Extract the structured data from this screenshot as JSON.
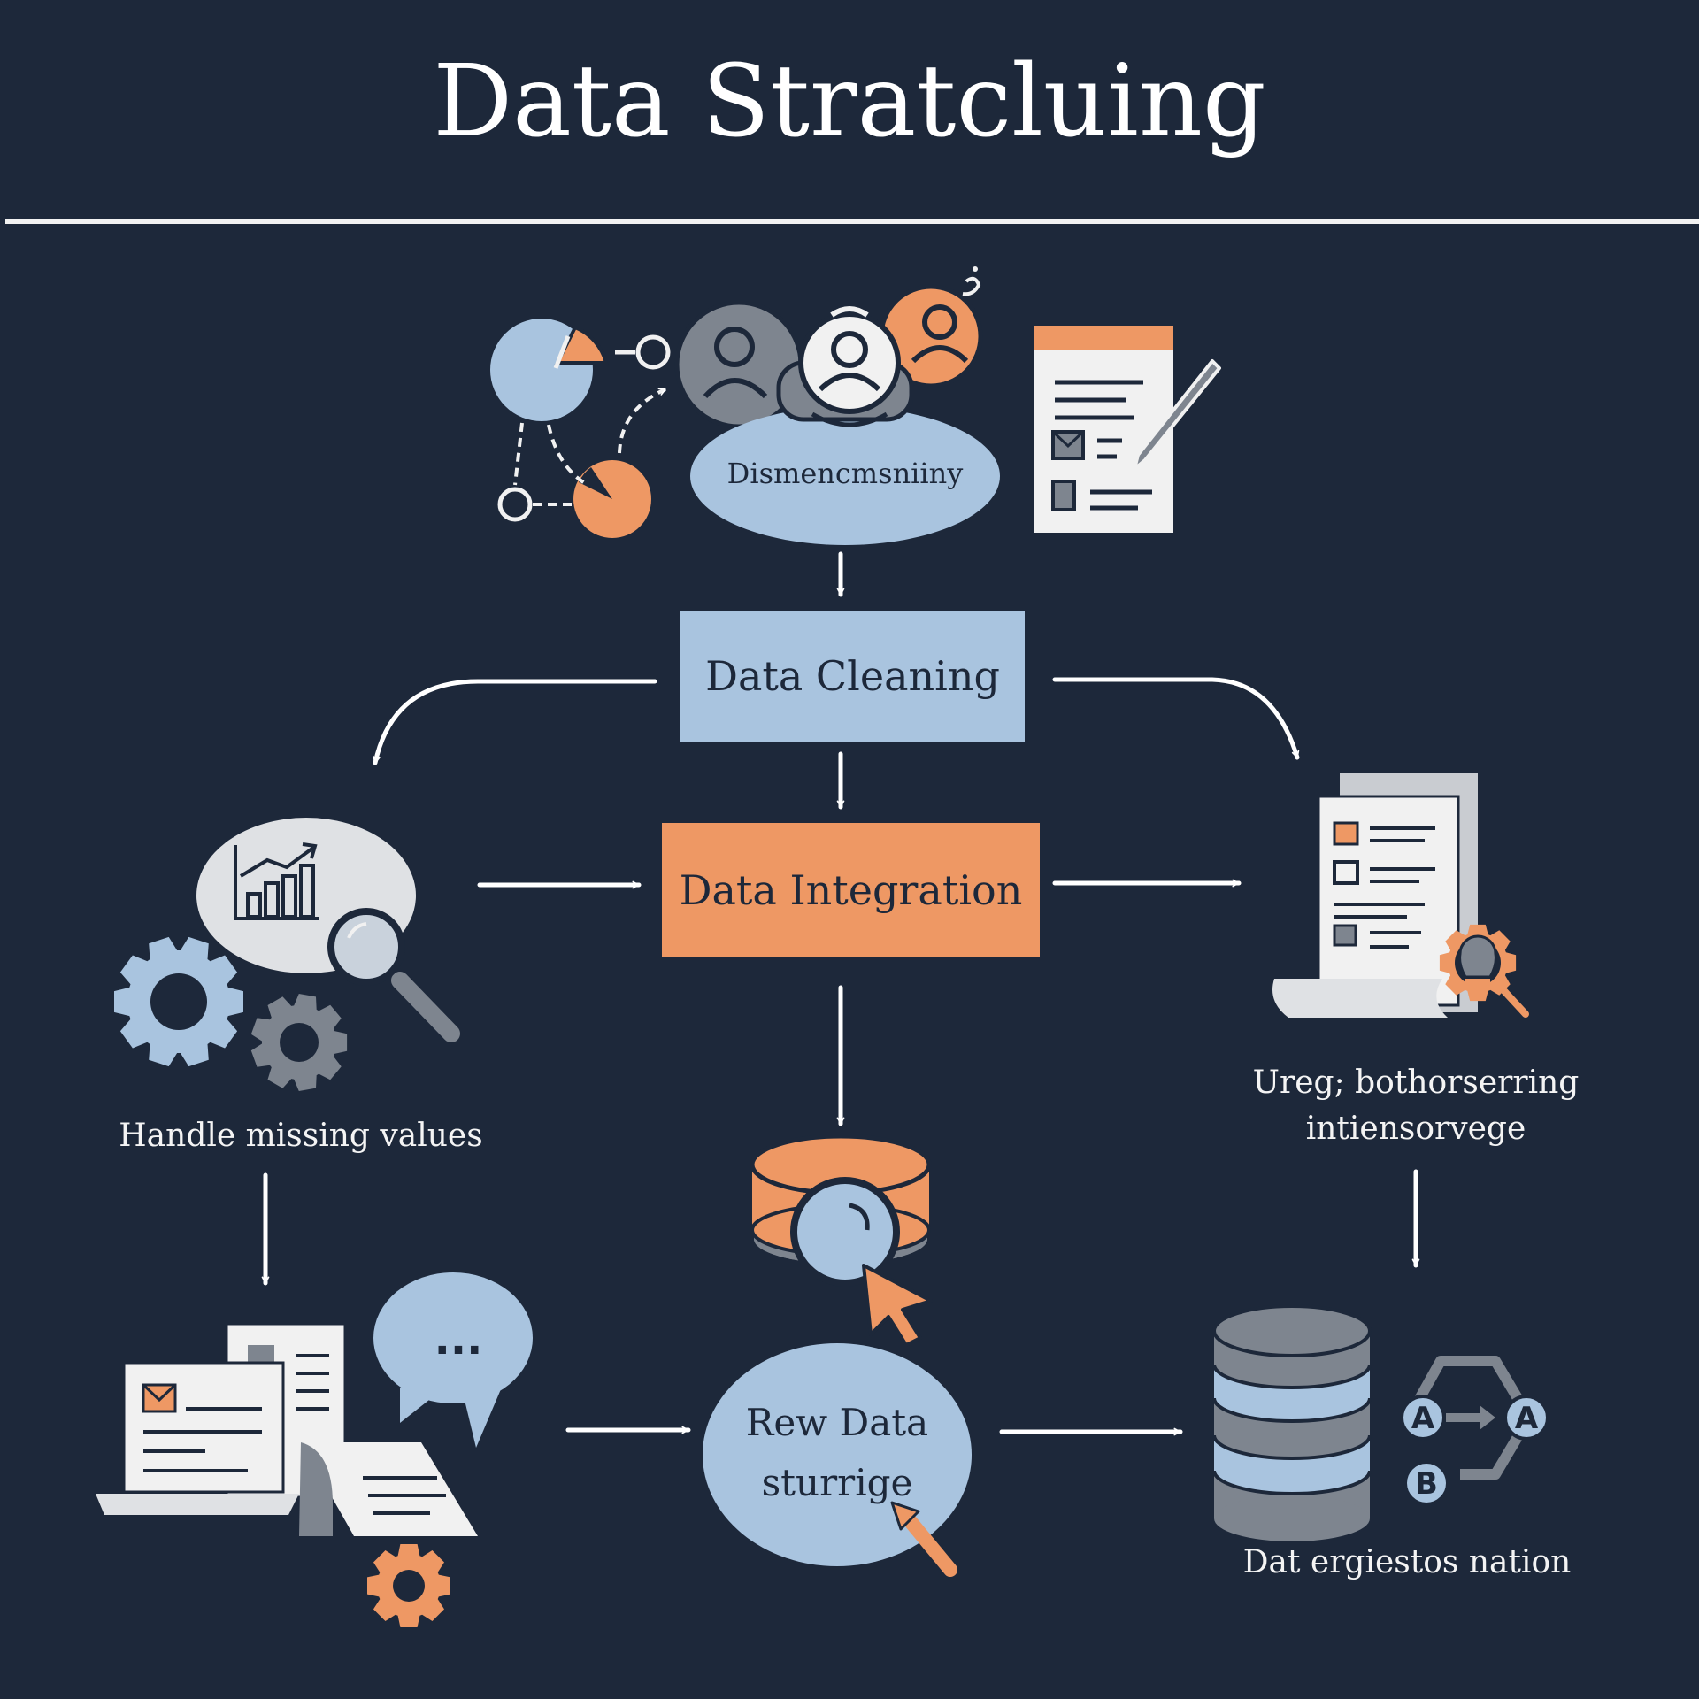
{
  "title": "Data Stratcluing",
  "nodes": {
    "source": {
      "label": "Dismencmsniiny"
    },
    "cleaning": {
      "label": "Data Cleaning"
    },
    "integration": {
      "label": "Data Integration"
    },
    "raw_storage": {
      "label_line1": "Rew Data",
      "label_line2": "sturrige"
    }
  },
  "captions": {
    "missing_values": "Handle missing values",
    "right_line1": "Ureg; bothorserring",
    "right_line2": "intiensorvege",
    "bottom_right": "Dat ergiestos nation"
  },
  "glyphs": {
    "letter_a": "A",
    "letter_b": "B",
    "ellipsis": "..."
  },
  "colors": {
    "background": "#1d283a",
    "blue": "#a9c4df",
    "orange": "#ee9864",
    "gray": "#7e858f",
    "paper": "#f1f1f1"
  }
}
